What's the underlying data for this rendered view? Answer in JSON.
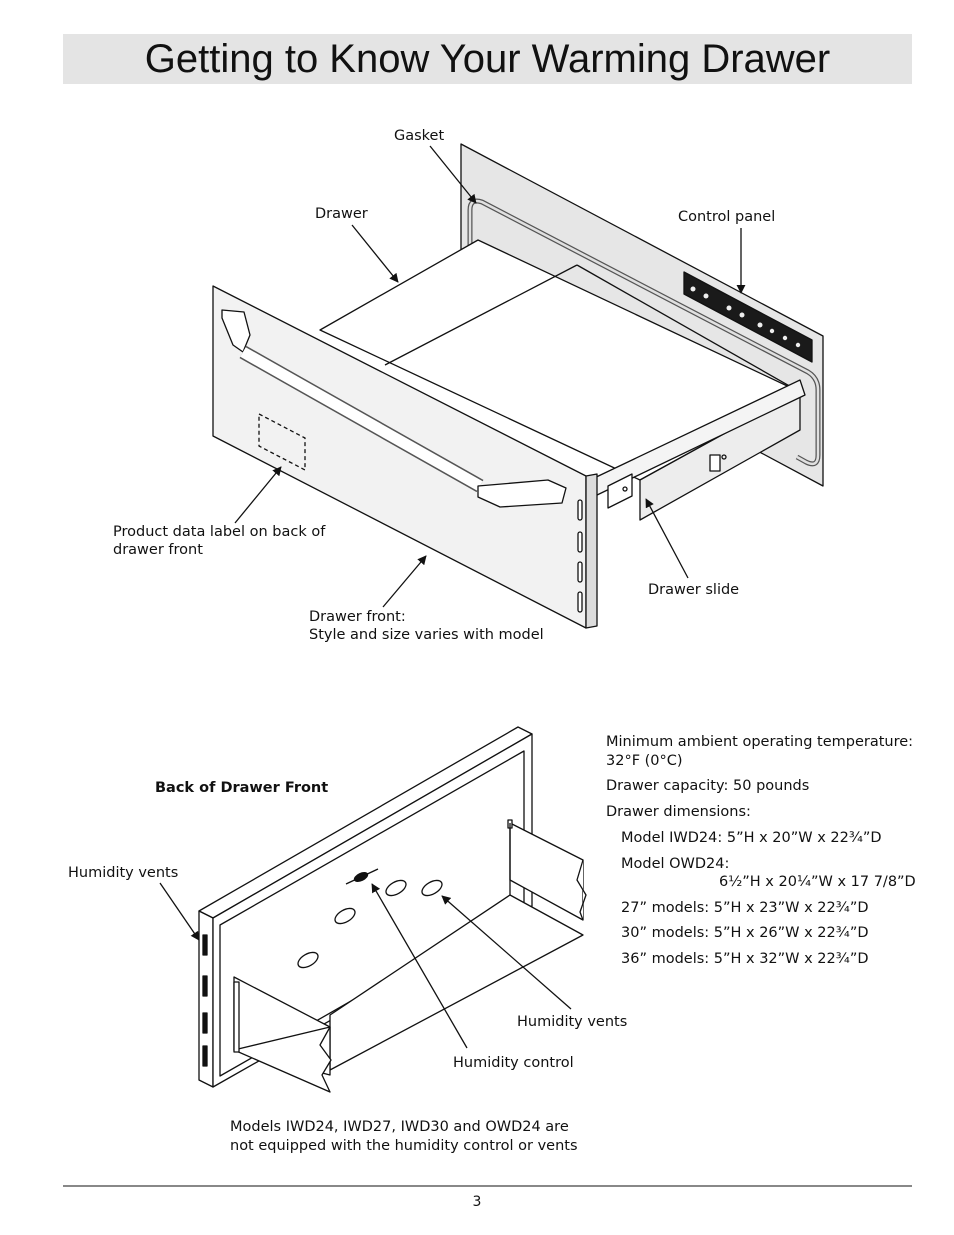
{
  "page": {
    "title": "Getting to Know Your Warming Drawer",
    "page_number": "3"
  },
  "diagram1": {
    "labels": {
      "gasket": "Gasket",
      "drawer": "Drawer",
      "control_panel": "Control panel",
      "product_label_line1": "Product data label on back of",
      "product_label_line2": "drawer front",
      "drawer_slide": "Drawer slide",
      "drawer_front_line1": "Drawer front:",
      "drawer_front_line2": "Style and size varies with model"
    }
  },
  "diagram2": {
    "heading": "Back of Drawer Front",
    "labels": {
      "humidity_vents_left": "Humidity vents",
      "humidity_vents_right": "Humidity vents",
      "humidity_control": "Humidity control"
    },
    "note_line1": "Models IWD24, IWD27, IWD30 and OWD24 are",
    "note_line2": "not equipped with the humidity control or vents"
  },
  "specs": {
    "min_temp_line1": "Minimum ambient operating temperature:",
    "min_temp_line2": "32°F (0°C)",
    "capacity": "Drawer capacity: 50 pounds",
    "dimensions_heading": "Drawer dimensions:",
    "iwd24": "Model IWD24: 5”H x 20”W x 22¾”D",
    "owd24_label": "Model OWD24:",
    "owd24_value": "6½”H x 20¼”W x 17 7/8”D",
    "m27": "27” models: 5”H x 23”W x 22¾”D",
    "m30": "30” models: 5”H x 26”W x 22¾”D",
    "m36": "36” models: 5”H x 32”W x 22¾”D"
  }
}
